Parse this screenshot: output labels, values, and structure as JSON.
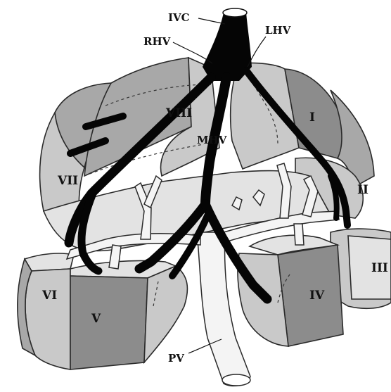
{
  "labels": {
    "ivc": "IVC",
    "rhv": "RHV",
    "lhv": "LHV",
    "mhv": "MHV",
    "pv": "PV",
    "seg1": "I",
    "seg2": "II",
    "seg3": "III",
    "seg4": "IV",
    "seg5": "V",
    "seg6": "VI",
    "seg7": "VII",
    "seg8": "VIII"
  },
  "colors": {
    "background": "#ffffff",
    "vein": "#050505",
    "segment_light": "#c9c9c9",
    "segment_mid": "#a8a8a8",
    "segment_dark": "#8c8c8c",
    "portal": "#f4f4f4"
  }
}
